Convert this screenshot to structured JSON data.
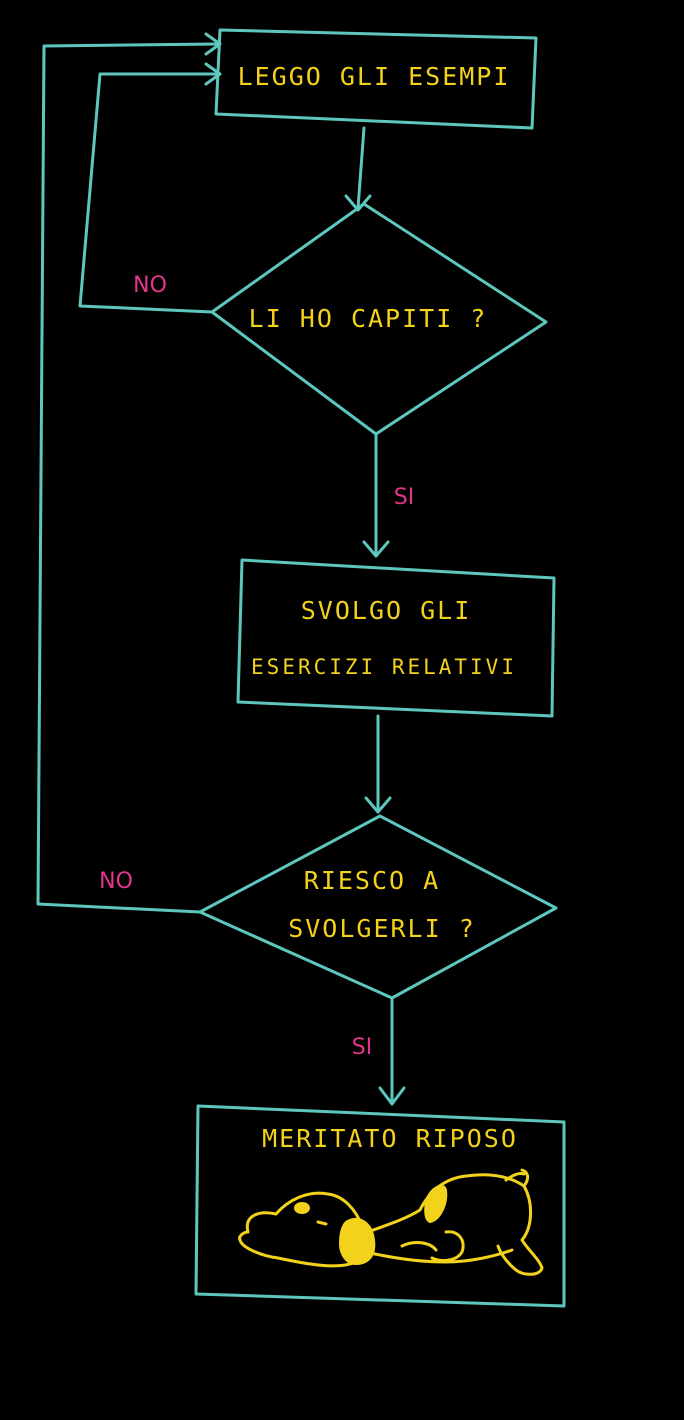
{
  "nodes": {
    "read_examples": {
      "label": "LEGGO GLI ESEMPI"
    },
    "understood": {
      "label": "LI HO CAPITI ?"
    },
    "do_exercises": {
      "line1": "SVOLGO GLI",
      "line2": "ESERCIZI RELATIVI"
    },
    "can_solve": {
      "line1": "RIESCO A",
      "line2": "SVOLGERLI ?"
    },
    "rest": {
      "label": "MERITATO RIPOSO",
      "illustration": "sleeping-dog"
    }
  },
  "edges": {
    "understood_no": "NO",
    "understood_yes": "SI",
    "can_solve_no": "NO",
    "can_solve_yes": "SI"
  },
  "colors": {
    "background": "#000000",
    "stroke": "#5ec7bd",
    "node_text": "#f3d21b",
    "edge_label": "#e5348c"
  }
}
